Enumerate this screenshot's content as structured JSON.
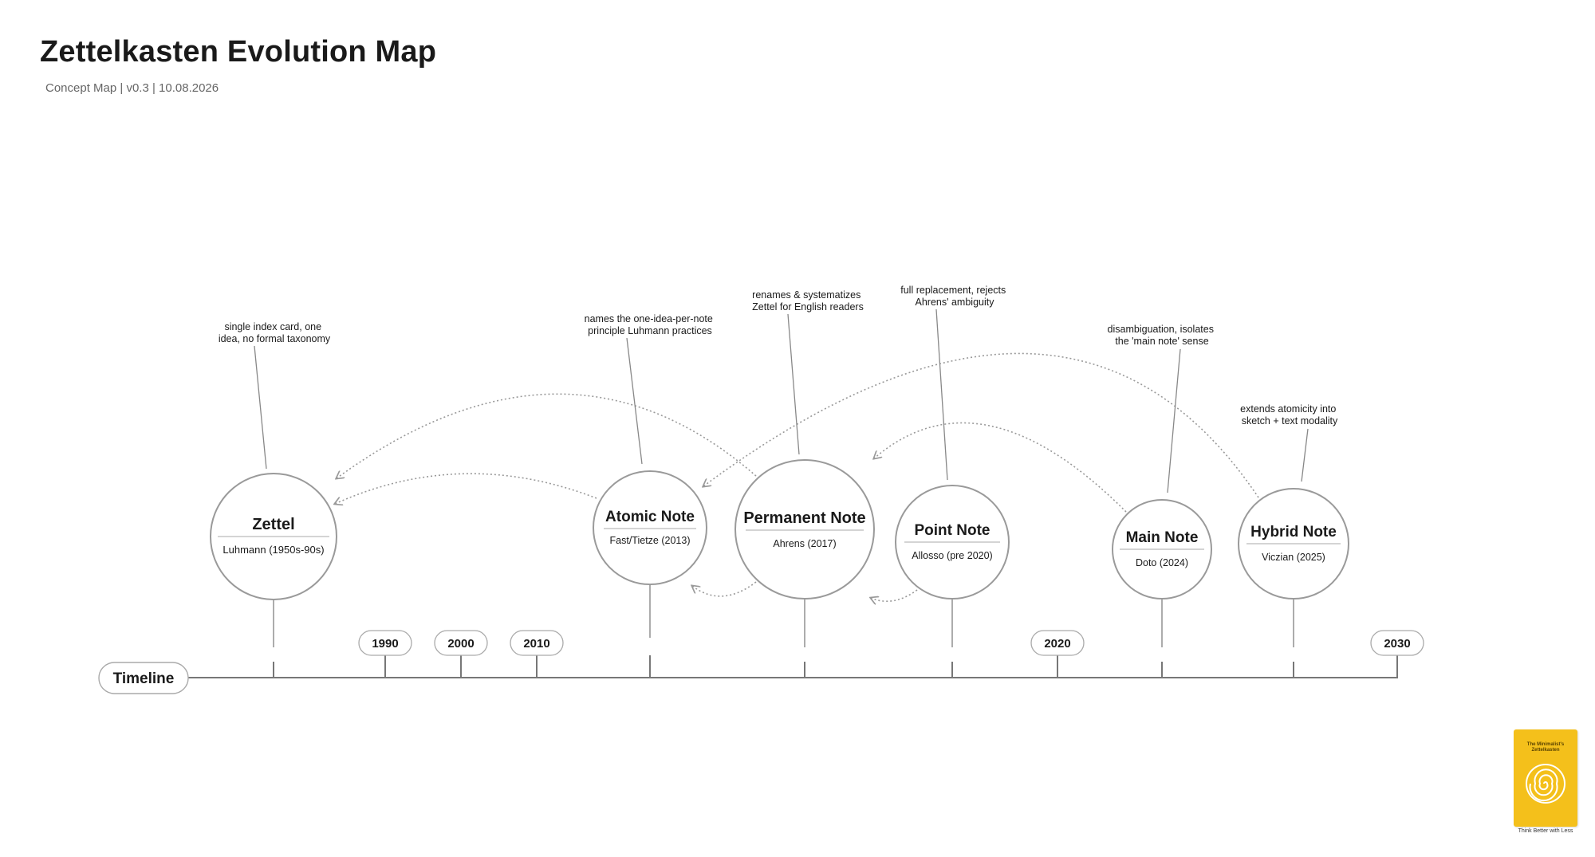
{
  "header": {
    "title": "Zettelkasten Evolution Map",
    "subtitle": "Concept Map | v0.3 | 10.08.2026"
  },
  "timeline": {
    "label": "Timeline",
    "years": [
      "1990",
      "2000",
      "2010",
      "2020",
      "2030"
    ]
  },
  "nodes": [
    {
      "id": "zettel",
      "title": "Zettel",
      "subtitle": "Luhmann (1950s-90s)",
      "annotation": [
        "single index card, one",
        "idea, no formal taxonomy"
      ]
    },
    {
      "id": "atomic",
      "title": "Atomic Note",
      "subtitle": "Fast/Tietze (2013)",
      "annotation": [
        "names the one-idea-per-note",
        "principle Luhmann practices"
      ]
    },
    {
      "id": "permanent",
      "title": "Permanent Note",
      "subtitle": "Ahrens (2017)",
      "annotation": [
        "renames & systematizes",
        "Zettel for English readers"
      ]
    },
    {
      "id": "point",
      "title": "Point Note",
      "subtitle": "Allosso (pre 2020)",
      "annotation": [
        "full replacement, rejects",
        "Ahrens' ambiguity"
      ]
    },
    {
      "id": "main",
      "title": "Main Note",
      "subtitle": "Doto (2024)",
      "annotation": [
        "disambiguation, isolates",
        "the 'main note' sense"
      ]
    },
    {
      "id": "hybrid",
      "title": "Hybrid Note",
      "subtitle": "Viczian (2025)",
      "annotation": [
        "extends atomicity into",
        "sketch + text modality"
      ]
    }
  ],
  "relations": [
    {
      "from": "atomic",
      "to": "zettel"
    },
    {
      "from": "permanent",
      "to": "zettel"
    },
    {
      "from": "permanent",
      "to": "atomic"
    },
    {
      "from": "point",
      "to": "permanent"
    },
    {
      "from": "main",
      "to": "permanent"
    },
    {
      "from": "hybrid",
      "to": "atomic"
    }
  ],
  "brand": {
    "book_title": "The Minimalist's Zettelkasten",
    "tagline": "Think Better with Less"
  },
  "colors": {
    "circle_stroke": "#9a9a9a",
    "line": "#888888",
    "arrow": "#999999",
    "text": "#1a1a1a",
    "brand": "#f4c01b"
  }
}
